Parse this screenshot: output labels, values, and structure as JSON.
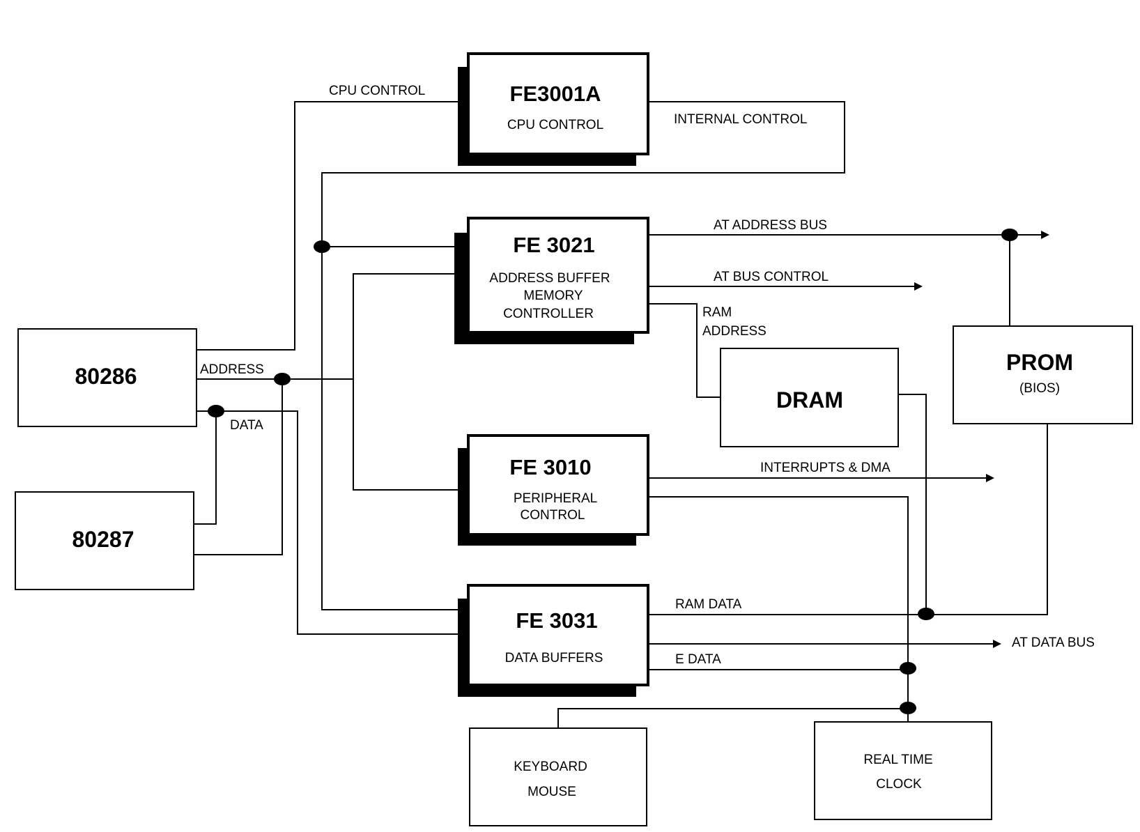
{
  "blocks": {
    "fe3001a": {
      "title": "FE3001A",
      "lines": [
        "CPU CONTROL"
      ]
    },
    "fe3021": {
      "title": "FE 3021",
      "lines": [
        "ADDRESS BUFFER",
        "MEMORY",
        "CONTROLLER"
      ]
    },
    "fe3010": {
      "title": "FE 3010",
      "lines": [
        "PERIPHERAL",
        "CONTROL"
      ]
    },
    "fe3031": {
      "title": "FE 3031",
      "lines": [
        "DATA BUFFERS"
      ]
    },
    "cpu": {
      "title": "80286"
    },
    "fpu": {
      "title": "80287"
    },
    "dram": {
      "title": "DRAM"
    },
    "prom": {
      "title": "PROM",
      "sub": "(BIOS)"
    },
    "keyboard": {
      "lines": [
        "KEYBOARD",
        "MOUSE"
      ]
    },
    "rtc": {
      "lines": [
        "REAL TIME",
        "CLOCK"
      ]
    }
  },
  "signals": {
    "cpu_control": "CPU CONTROL",
    "internal_control": "INTERNAL CONTROL",
    "at_address_bus": "AT ADDRESS BUS",
    "at_bus_control": "AT BUS CONTROL",
    "ram_address_1": "RAM",
    "ram_address_2": "ADDRESS",
    "address": "ADDRESS",
    "data": "DATA",
    "interrupts_dma": "INTERRUPTS & DMA",
    "ram_data": "RAM DATA",
    "at_data_bus": "AT DATA BUS",
    "e_data": "E  DATA"
  }
}
